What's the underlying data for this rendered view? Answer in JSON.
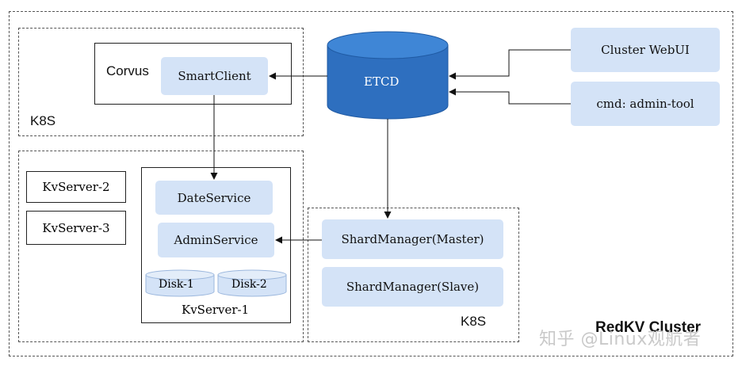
{
  "diagram": {
    "corvus_label": "Corvus",
    "smartclient": "SmartClient",
    "k8s_top": "K8S",
    "etcd": "ETCD",
    "cluster_webui": "Cluster WebUI",
    "admin_tool": "cmd: admin-tool",
    "kvserver2": "KvServer-2",
    "kvserver3": "KvServer-3",
    "date_service": "DateService",
    "admin_service": "AdminService",
    "disk1": "Disk-1",
    "disk2": "Disk-2",
    "kvserver1": "KvServer-1",
    "shard_master": "ShardManager(Master)",
    "shard_slave": "ShardManager(Slave)",
    "k8s_bottom": "K8S",
    "cluster_title": "RedKV Cluster"
  },
  "watermark": "知乎 @Linux观航者",
  "colors": {
    "box_fill": "#d4e3f7",
    "etcd_fill": "#2e6fbf",
    "etcd_top": "#3f86d6"
  }
}
